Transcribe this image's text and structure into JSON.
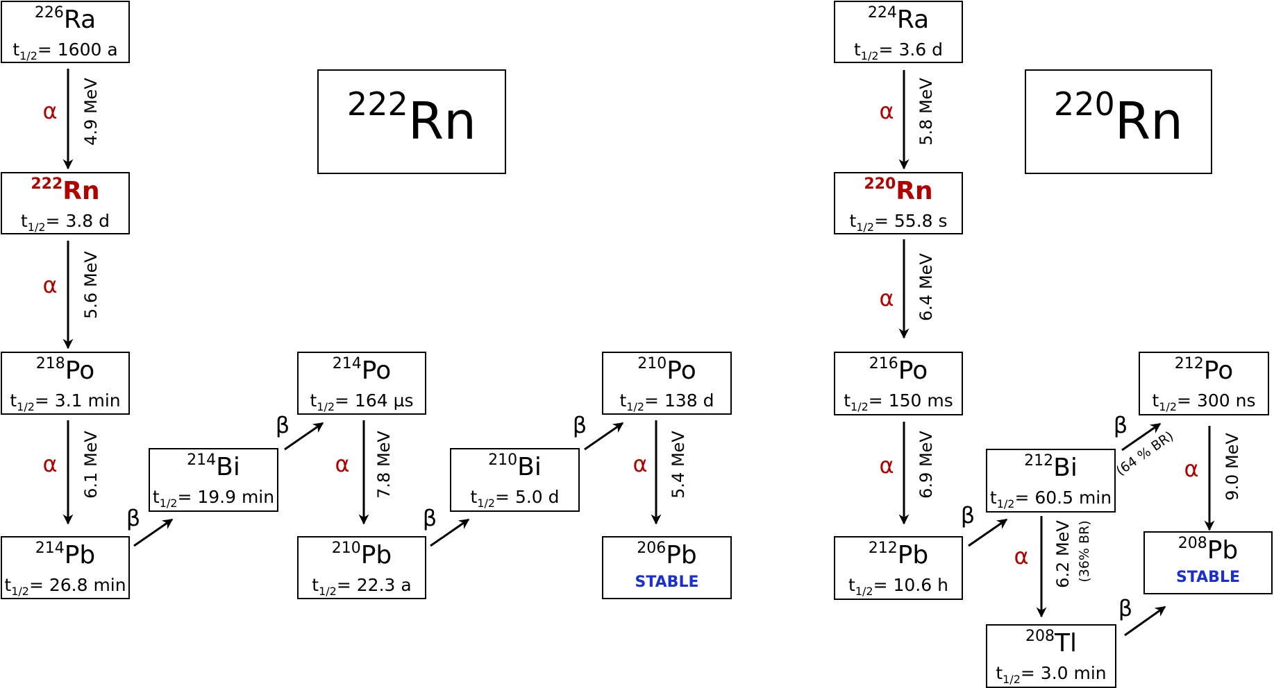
{
  "halflife_prefix": "t",
  "halflife_sub": "1/2",
  "halflife_eq": "= ",
  "colors": {
    "alpha": "#b00000",
    "stable": "#1a2fd0",
    "parent": "#b00000"
  },
  "chain_222": {
    "title": {
      "mass": "222",
      "element": "Rn"
    },
    "nuclides": {
      "ra226": {
        "mass": "226",
        "element": "Ra",
        "halflife": "1600 a"
      },
      "rn222": {
        "mass": "222",
        "element": "Rn",
        "halflife": "3.8 d"
      },
      "po218": {
        "mass": "218",
        "element": "Po",
        "halflife": "3.1 min"
      },
      "pb214": {
        "mass": "214",
        "element": "Pb",
        "halflife": "26.8 min"
      },
      "bi214": {
        "mass": "214",
        "element": "Bi",
        "halflife": "19.9 min"
      },
      "po214": {
        "mass": "214",
        "element": "Po",
        "halflife": "164 µs"
      },
      "pb210": {
        "mass": "210",
        "element": "Pb",
        "halflife": "22.3 a"
      },
      "bi210": {
        "mass": "210",
        "element": "Bi",
        "halflife": "5.0 d"
      },
      "po210": {
        "mass": "210",
        "element": "Po",
        "halflife": "138 d"
      },
      "pb206": {
        "mass": "206",
        "element": "Pb",
        "status": "STABLE"
      }
    },
    "decays": {
      "ra226_rn222": {
        "type": "α",
        "energy": "4.9 MeV"
      },
      "rn222_po218": {
        "type": "α",
        "energy": "5.6 MeV"
      },
      "po218_pb214": {
        "type": "α",
        "energy": "6.1 MeV"
      },
      "pb214_bi214": {
        "type": "β"
      },
      "bi214_po214": {
        "type": "β"
      },
      "po214_pb210": {
        "type": "α",
        "energy": "7.8 MeV"
      },
      "pb210_bi210": {
        "type": "β"
      },
      "bi210_po210": {
        "type": "β"
      },
      "po210_pb206": {
        "type": "α",
        "energy": "5.4 MeV"
      }
    }
  },
  "chain_220": {
    "title": {
      "mass": "220",
      "element": "Rn"
    },
    "nuclides": {
      "ra224": {
        "mass": "224",
        "element": "Ra",
        "halflife": "3.6 d"
      },
      "rn220": {
        "mass": "220",
        "element": "Rn",
        "halflife": "55.8 s"
      },
      "po216": {
        "mass": "216",
        "element": "Po",
        "halflife": "150 ms"
      },
      "pb212": {
        "mass": "212",
        "element": "Pb",
        "halflife": "10.6 h"
      },
      "bi212": {
        "mass": "212",
        "element": "Bi",
        "halflife": "60.5 min"
      },
      "po212": {
        "mass": "212",
        "element": "Po",
        "halflife": "300 ns"
      },
      "tl208": {
        "mass": "208",
        "element": "Tl",
        "halflife": "3.0 min"
      },
      "pb208": {
        "mass": "208",
        "element": "Pb",
        "status": "STABLE"
      }
    },
    "decays": {
      "ra224_rn220": {
        "type": "α",
        "energy": "5.8 MeV"
      },
      "rn220_po216": {
        "type": "α",
        "energy": "6.4 MeV"
      },
      "po216_pb212": {
        "type": "α",
        "energy": "6.9 MeV"
      },
      "pb212_bi212": {
        "type": "β"
      },
      "bi212_po212": {
        "type": "β",
        "branching": "(64 % BR)"
      },
      "bi212_tl208": {
        "type": "α",
        "energy": "6.2 MeV",
        "branching": "(36% BR)"
      },
      "po212_pb208": {
        "type": "α",
        "energy": "9.0 MeV"
      },
      "tl208_pb208": {
        "type": "β"
      }
    }
  }
}
